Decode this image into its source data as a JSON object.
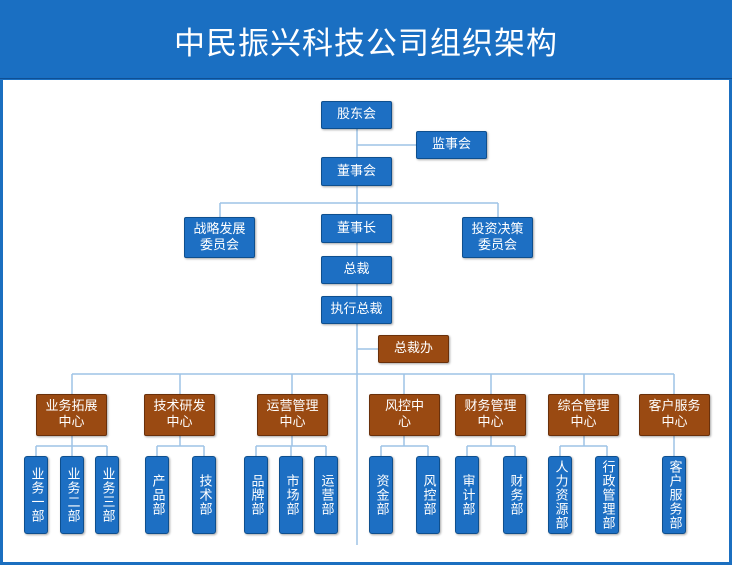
{
  "title": "中民振兴科技公司组织架构",
  "top": {
    "shareholders": "股东会",
    "supervisors": "监事会",
    "board": "董事会",
    "strategy_committee": "战略发展委员会",
    "chairman": "董事长",
    "investment_committee": "投资决策委员会",
    "president": "总裁",
    "executive_president": "执行总裁",
    "president_office": "总裁办"
  },
  "centers": [
    {
      "name": "业务拓展中心",
      "color": "#9a4a12",
      "departments": [
        "业务一部",
        "业务二部",
        "业务三部"
      ]
    },
    {
      "name": "技术研发中心",
      "color": "#9a4a12",
      "departments": [
        "产品部",
        "技术部"
      ]
    },
    {
      "name": "运营管理中心",
      "color": "#9a4a12",
      "departments": [
        "品牌部",
        "市场部",
        "运营部"
      ]
    },
    {
      "name": "风控中心",
      "color": "#9a4a12",
      "departments": [
        "资金部",
        "风控部"
      ]
    },
    {
      "name": "财务管理中心",
      "color": "#9a4a12",
      "departments": [
        "审计部",
        "财务部"
      ]
    },
    {
      "name": "综合管理中心",
      "color": "#9a4a12",
      "departments": [
        "人力资源部",
        "行政管理部"
      ]
    },
    {
      "name": "客户服务中心",
      "color": "#9a4a12",
      "departments": [
        "客户服务部"
      ]
    }
  ],
  "colors": {
    "header": "#1a6fc2",
    "box_blue": "#1d6fc3",
    "box_brown": "#9a4a12",
    "line": "#9ec3e6"
  }
}
